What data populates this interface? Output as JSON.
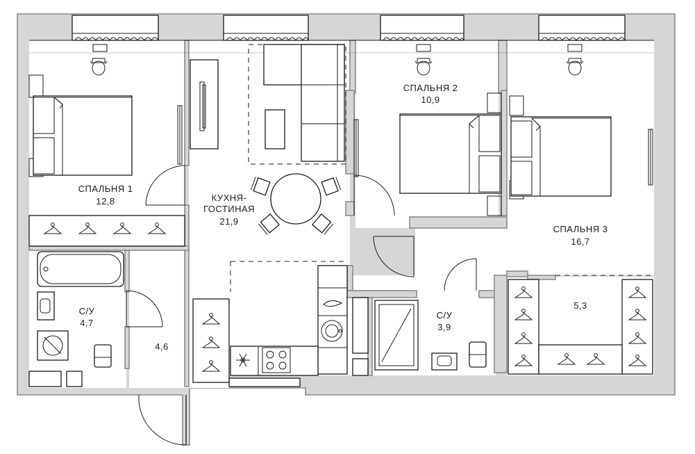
{
  "rooms": {
    "bedroom1": {
      "name": "СПАЛЬНЯ 1",
      "area": "12,8"
    },
    "kitchen": {
      "name_line1": "КУХНЯ-",
      "name_line2": "ГОСТИНАЯ",
      "area": "21,9"
    },
    "bedroom2": {
      "name": "СПАЛЬНЯ 2",
      "area": "10,9"
    },
    "bedroom3": {
      "name": "СПАЛЬНЯ 3",
      "area": "16,7"
    },
    "bathroom1": {
      "name": "С/У",
      "area": "4,7"
    },
    "hall": {
      "area": "4,6"
    },
    "bathroom2": {
      "name": "С/У",
      "area": "3,9"
    },
    "closet": {
      "area": "5,3"
    }
  },
  "colors": {
    "wall": "#d6d6d6",
    "line": "#1a1a1a",
    "floor": "#ffffff"
  }
}
